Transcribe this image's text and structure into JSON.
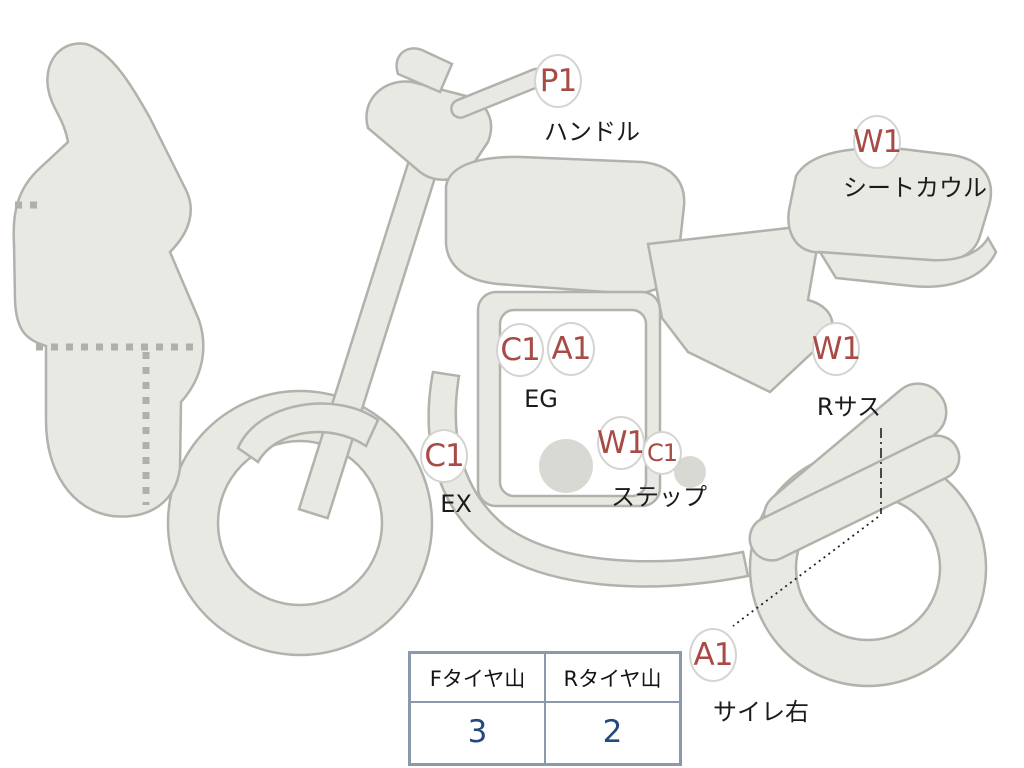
{
  "diagram": {
    "kind": "motorcycle-condition-diagram",
    "vehicle": "motorcycle-side-view"
  },
  "annotations": [
    {
      "codes": [
        "P1"
      ],
      "caption": "ハンドル"
    },
    {
      "codes": [
        "W1"
      ],
      "caption": "シートカウル"
    },
    {
      "codes": [
        "C1",
        "A1"
      ],
      "caption": "EG"
    },
    {
      "codes": [
        "W1"
      ],
      "caption": "Rサス"
    },
    {
      "codes": [
        "C1"
      ],
      "caption": "EX"
    },
    {
      "codes": [
        "W1",
        "C1"
      ],
      "caption": "ステップ"
    },
    {
      "codes": [
        "A1"
      ],
      "caption": "サイレ右"
    }
  ],
  "table": {
    "headers": [
      "Fタイヤ山",
      "Rタイヤ山"
    ],
    "values": [
      "3",
      "2"
    ]
  },
  "colors": {
    "marker_text": "#a84a46",
    "marker_border": "#d4d4d0",
    "body_fill": "#e9e9e3",
    "body_stroke": "#b2b2ac",
    "table_border": "#8b99ad",
    "table_value": "#25497e"
  }
}
